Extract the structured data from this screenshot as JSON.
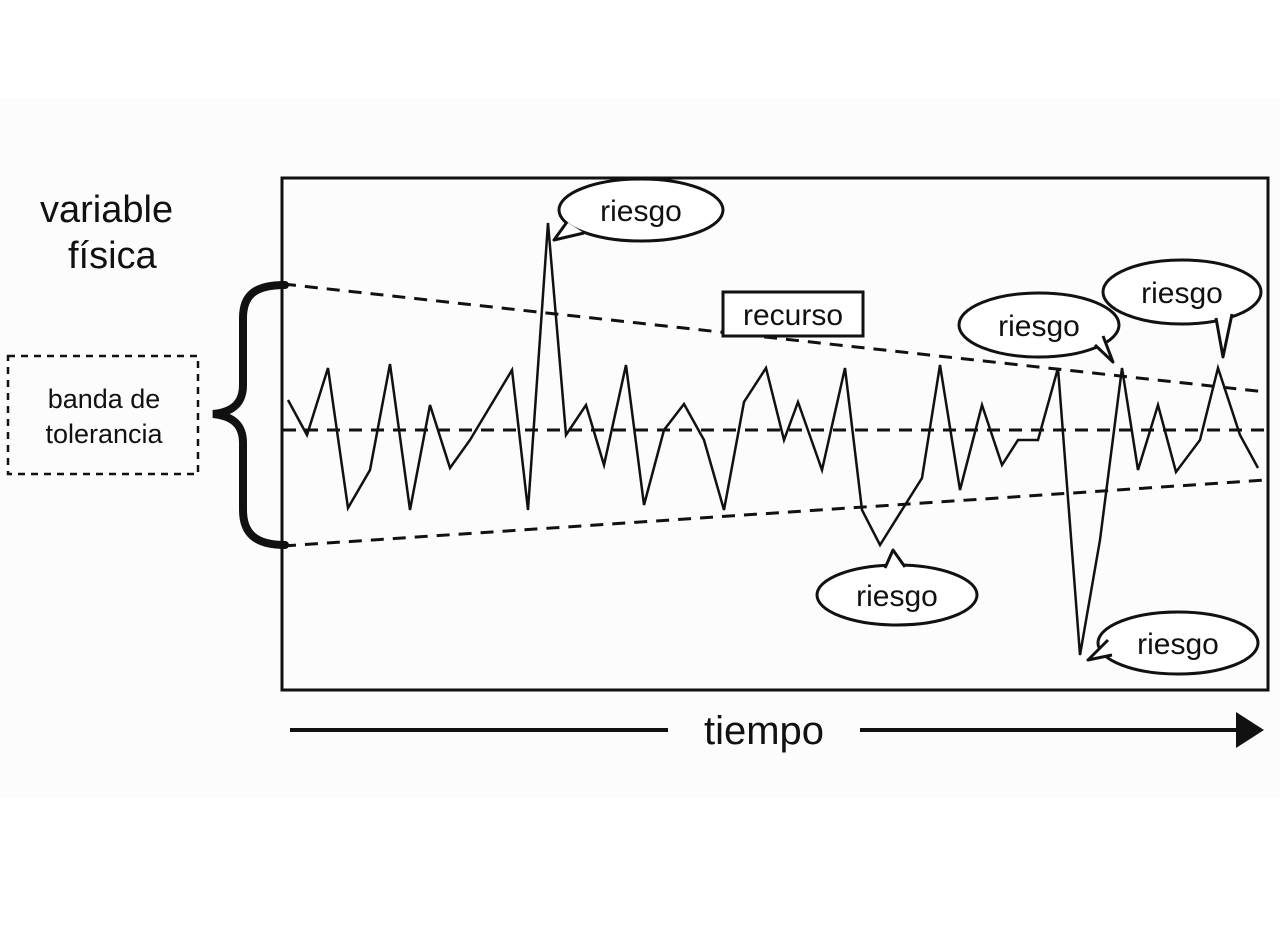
{
  "y_axis_label": [
    "variable",
    "física"
  ],
  "band_label": [
    "banda de",
    "tolerancia"
  ],
  "x_axis_label": "tiempo",
  "resource_label": "recurso",
  "risk_labels": [
    "riesgo",
    "riesgo",
    "riesgo",
    "riesgo",
    "riesgo"
  ]
}
